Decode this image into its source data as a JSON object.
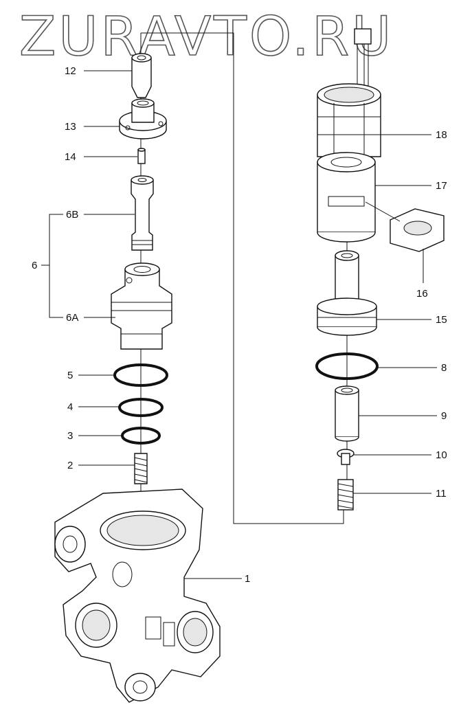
{
  "watermark": "ZURAVTO.RU",
  "labels": {
    "l1": "1",
    "l2": "2",
    "l3": "3",
    "l4": "4",
    "l5": "5",
    "l6": "6",
    "l6a": "6A",
    "l6b": "6B",
    "l8": "8",
    "l9": "9",
    "l10": "10",
    "l11": "11",
    "l12": "12",
    "l13": "13",
    "l14": "14",
    "l15": "15",
    "l16": "16",
    "l17": "17",
    "l18": "18"
  }
}
